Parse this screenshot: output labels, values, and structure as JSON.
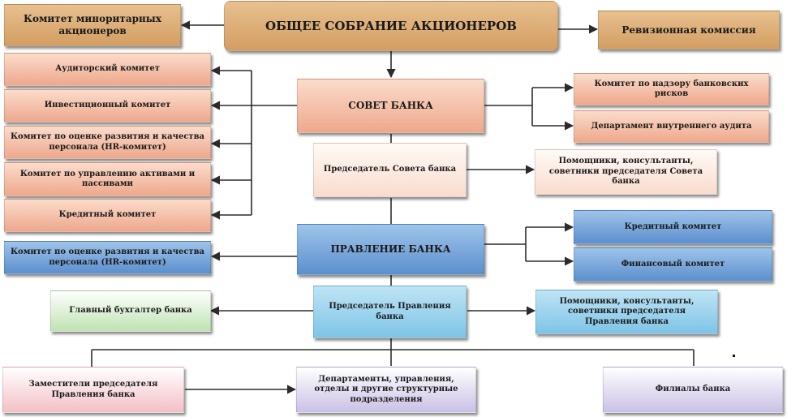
{
  "diagram": {
    "general_meeting": "ОБЩЕЕ СОБРАНИЕ АКЦИОНЕРОВ",
    "minority_committee": "Комитет миноритарных акционеров",
    "audit_commission": "Ревизионная комиссия",
    "bank_council": "СОВЕТ БАНКА",
    "council_committees": [
      "Аудиторский комитет",
      "Инвестиционный комитет",
      "Комитет по оценке развития и качества персонала (HR-комитет)",
      "Комитет по управлению активами и пассивами",
      "Кредитный комитет"
    ],
    "risk_committee": "Комитет по надзору банковских рисков",
    "internal_audit": "Департамент внутреннего аудита",
    "council_chairman": "Председатель Совета банка",
    "council_assistants": "Помощники, консультанты, советники председателя Совета банка",
    "management_board": "ПРАВЛЕНИЕ БАНКА",
    "board_hr_committee": "Комитет по оценке развития и качества персонала (HR-комитет)",
    "board_credit_committee": "Кредитный  комитет",
    "board_finance_committee": "Финансовый  комитет",
    "board_chairman": "Председатель Правления  банка",
    "chief_accountant": "Главный бухгалтер банка",
    "board_assistants": "Помощники, консультанты, советники председателя Правления банка",
    "deputies": "Заместители председателя Правления банка",
    "departments": "Департаменты, управления, отделы и другие структурные подразделения",
    "branches": "Филиалы банка"
  },
  "colors": {
    "line": "#2b2b2b",
    "tan": "#d39e62",
    "salmon": "#eea88c",
    "blue": "#5c8fce",
    "lightblue": "#7ec4e6",
    "green": "#bfe3b2",
    "pink": "#f3c0c6",
    "lavender": "#cbc0e6"
  }
}
